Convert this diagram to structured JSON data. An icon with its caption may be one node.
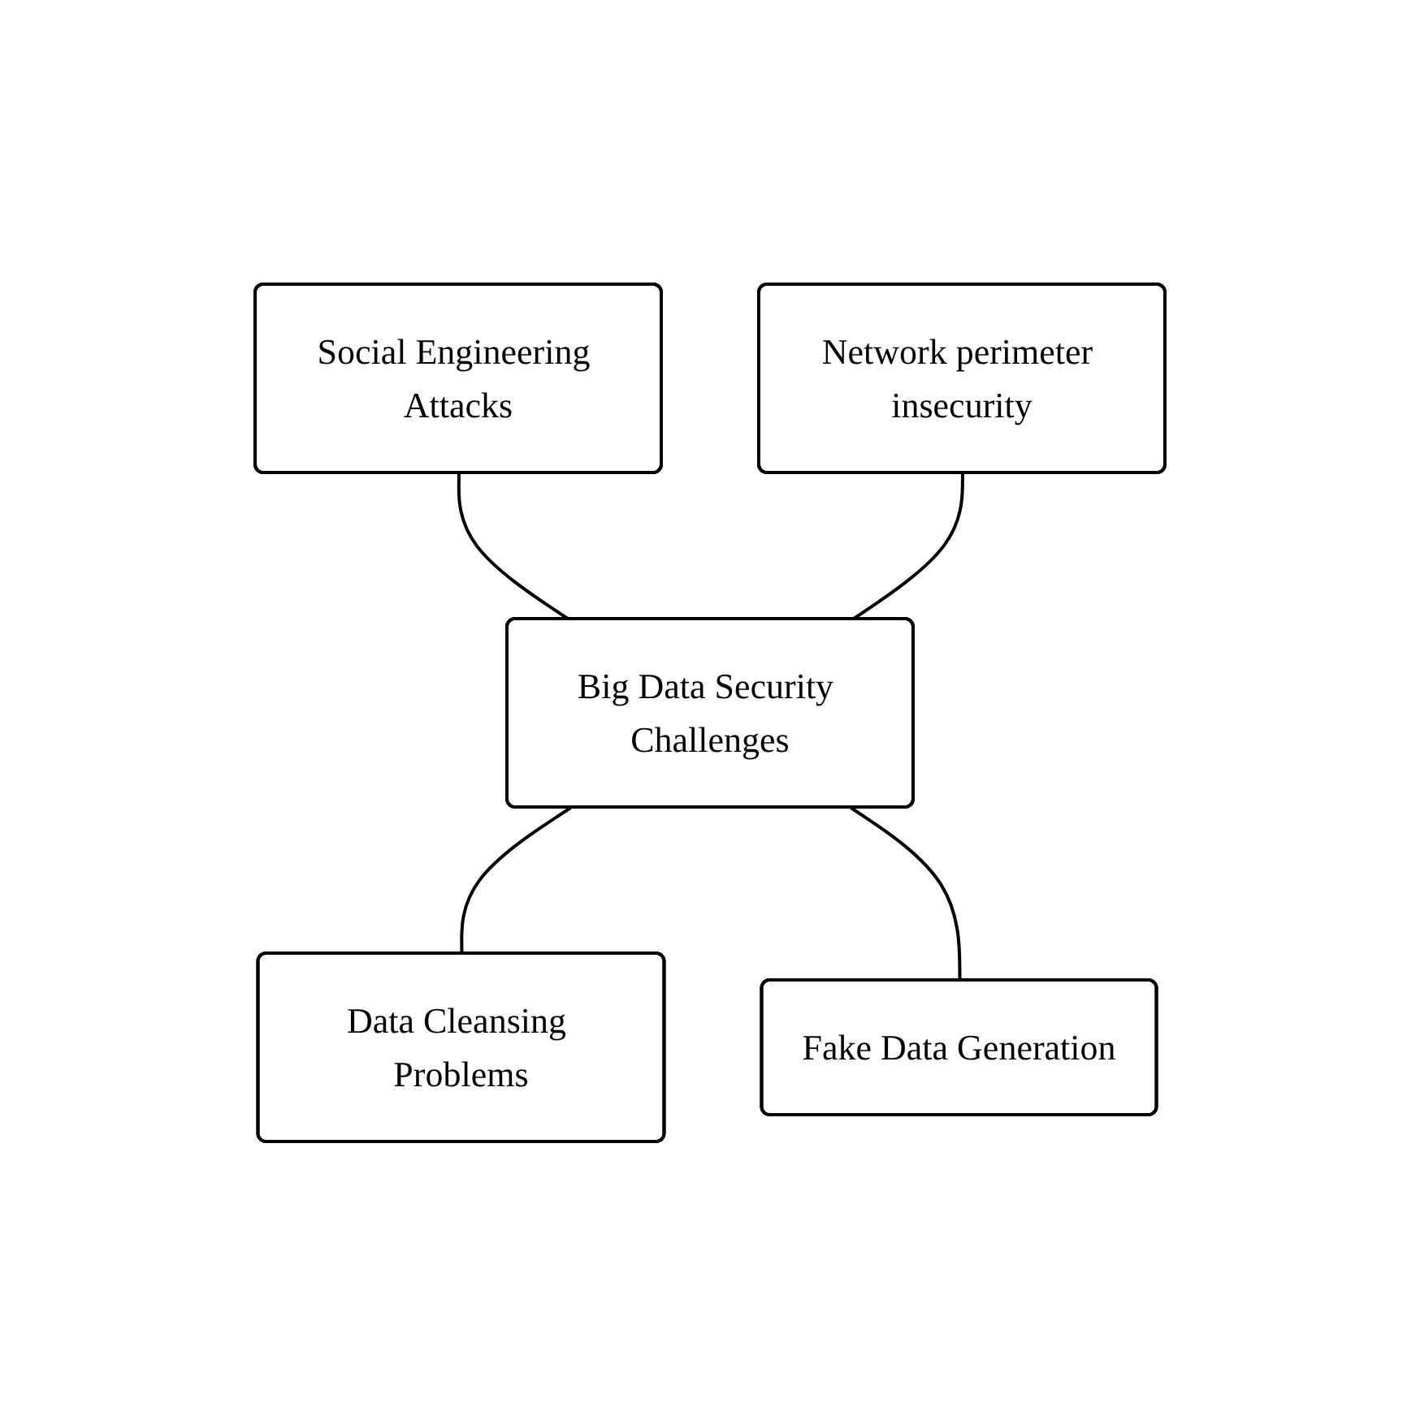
{
  "diagram": {
    "nodes": [
      {
        "text": [
          "Social Engineering Attacks"
        ]
      },
      {
        "text": [
          "Network perimeter insecurity"
        ]
      },
      {
        "text": [
          "Big Data Security Challenges"
        ]
      },
      {
        "text": [
          "Data Cleansing Problems"
        ]
      },
      {
        "text": [
          "Fake Data Generation"
        ]
      }
    ],
    "edges": [
      {
        "from": 0,
        "to": 2,
        "arrow": "none"
      },
      {
        "from": 1,
        "to": 2,
        "arrow": "none"
      },
      {
        "from": 2,
        "to": 3,
        "arrow": "none"
      },
      {
        "from": 2,
        "to": 4,
        "arrow": "none"
      }
    ]
  }
}
